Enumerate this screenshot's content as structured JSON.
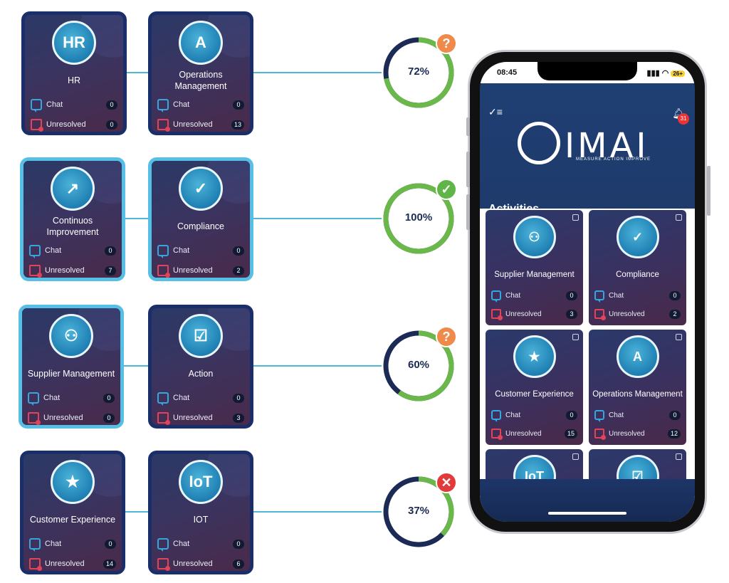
{
  "labels": {
    "chat": "Chat",
    "unresolved": "Unresolved"
  },
  "diagram": {
    "rows": [
      {
        "left": {
          "title": "HR",
          "icon": "hr-icon",
          "chat": "0",
          "unresolved": "0"
        },
        "right": {
          "title": "Operations Management",
          "icon": "audit-icon",
          "chat": "0",
          "unresolved": "13"
        },
        "progress": {
          "value": 72,
          "label": "72%",
          "status": "pending",
          "symbol": "?"
        }
      },
      {
        "left": {
          "title": "Continuos Improvement",
          "icon": "growth-chart-icon",
          "chat": "0",
          "unresolved": "7"
        },
        "right": {
          "title": "Compliance",
          "icon": "magnifier-check-icon",
          "chat": "0",
          "unresolved": "2"
        },
        "progress": {
          "value": 100,
          "label": "100%",
          "status": "complete",
          "symbol": "✓"
        }
      },
      {
        "left": {
          "title": "Supplier Management",
          "icon": "network-people-icon",
          "chat": "0",
          "unresolved": "0"
        },
        "right": {
          "title": "Action",
          "icon": "todo-clipboard-icon",
          "chat": "0",
          "unresolved": "3"
        },
        "progress": {
          "value": 60,
          "label": "60%",
          "status": "pending",
          "symbol": "?"
        }
      },
      {
        "left": {
          "title": "Customer Experience",
          "icon": "rated-customers-icon",
          "chat": "0",
          "unresolved": "14"
        },
        "right": {
          "title": "IOT",
          "icon": "iot-icon",
          "chat": "0",
          "unresolved": "6"
        },
        "progress": {
          "value": 37,
          "label": "37%",
          "status": "failed",
          "symbol": "✕"
        }
      }
    ]
  },
  "phone": {
    "time": "08:45",
    "battery": "26+",
    "notifications": "31",
    "logo": "IMAI",
    "tagline": "MEASURE  ACTION  IMPROVE",
    "section_title": "Activities",
    "cards": [
      {
        "title": "Supplier Management",
        "icon": "network-people-icon",
        "chat": "0",
        "unresolved": "3"
      },
      {
        "title": "Compliance",
        "icon": "magnifier-check-icon",
        "chat": "0",
        "unresolved": "2"
      },
      {
        "title": "Customer Experience",
        "icon": "rated-customers-icon",
        "chat": "0",
        "unresolved": "15"
      },
      {
        "title": "Operations Management",
        "icon": "audit-icon",
        "chat": "0",
        "unresolved": "12"
      },
      {
        "title": "",
        "icon": "iot-icon",
        "chat": "",
        "unresolved": ""
      },
      {
        "title": "",
        "icon": "todo-clipboard-icon",
        "chat": "",
        "unresolved": ""
      }
    ]
  },
  "colors": {
    "ring_track": "#1c2b55",
    "ring_progress": "#6ab84a",
    "pending": "#f08a4b",
    "complete": "#5fb548",
    "failed": "#e23b3b",
    "connector": "#4fb6d8"
  }
}
